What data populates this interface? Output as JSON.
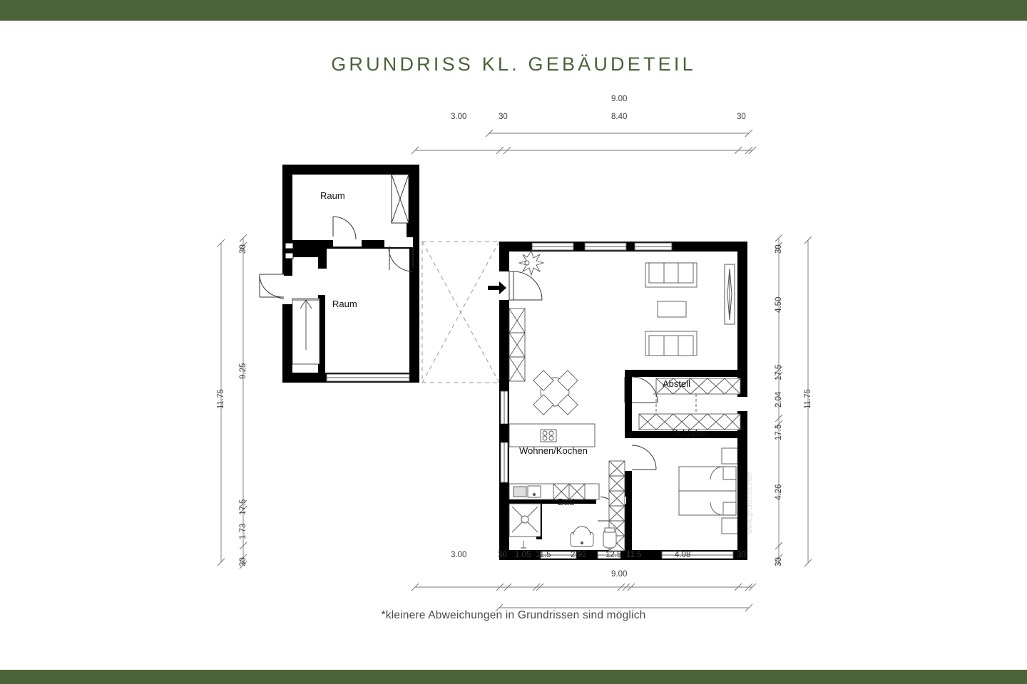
{
  "theme": {
    "band_color": "#4a6339",
    "title_color": "#4a6339",
    "wall_color": "#000000",
    "paper": "#ffffff"
  },
  "header": {
    "title": "GRUNDRISS KL. GEBÄUDETEIL"
  },
  "footer": {
    "note": "*kleinere Abweichungen in Grundrissen sind möglich"
  },
  "watermark": {
    "text": "www.grundriss.com"
  },
  "rooms": [
    {
      "id": "raum-upper-left",
      "label": "Raum"
    },
    {
      "id": "raum-lower-left",
      "label": "Raum"
    },
    {
      "id": "wohnen-kochen",
      "label": "Wohnen/Kochen"
    },
    {
      "id": "bad",
      "label": "Bad"
    },
    {
      "id": "abstell",
      "label": "Abstell"
    },
    {
      "id": "schlafen",
      "label": "Schlafen"
    }
  ],
  "dimensions": {
    "top_outer": [
      {
        "value": "9.00"
      }
    ],
    "top_inner": [
      {
        "value": "3.00"
      },
      {
        "value": "30"
      },
      {
        "value": "8.40"
      },
      {
        "value": "30"
      }
    ],
    "bottom_inner": [
      {
        "value": "3.00"
      },
      {
        "value": "30"
      },
      {
        "value": "1.05"
      },
      {
        "value": "11.5"
      },
      {
        "value": "2.92"
      },
      {
        "value": "12.5"
      },
      {
        "value": "11.5"
      },
      {
        "value": "4.08"
      },
      {
        "value": "30"
      }
    ],
    "bottom_outer": [
      {
        "value": "9.00"
      }
    ],
    "left_outer": [
      {
        "value": "11.75"
      }
    ],
    "left_inner": [
      {
        "value": "30"
      },
      {
        "value": "9.25"
      },
      {
        "value": "17.5"
      },
      {
        "value": "1.73"
      },
      {
        "value": "30"
      }
    ],
    "right_inner": [
      {
        "value": "30"
      },
      {
        "value": "4.50"
      },
      {
        "value": "17.5"
      },
      {
        "value": "2.04"
      },
      {
        "value": "17.5"
      },
      {
        "value": "4.26"
      },
      {
        "value": "30"
      }
    ],
    "right_outer": [
      {
        "value": "11.75"
      }
    ]
  }
}
